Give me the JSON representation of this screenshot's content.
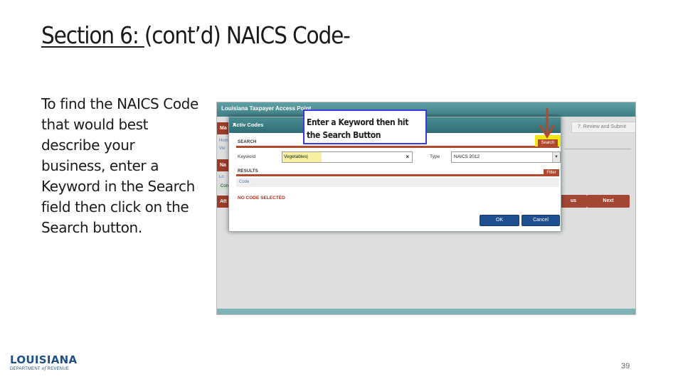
{
  "slide": {
    "title_underlined": "Section 6: ",
    "title_rest": "(cont’d) NAICS Code-",
    "body": "To find the NAICS Code that would best describe your business, enter a Keyword in the Search field then click on the Search button.",
    "page_number": "39",
    "logo": {
      "name": "LOUISIANA",
      "dept_pre": "DEPARTMENT",
      "dept_of": "of",
      "dept_post": "REVENUE"
    }
  },
  "screenshot": {
    "app_title": "Louisiana Taxpayer Access Point",
    "background": {
      "tab1": "Ma",
      "tab2": "Na",
      "link1": "Hom",
      "link2": "Vie",
      "link3": "Lo",
      "link4": "Con",
      "tab3": "Att",
      "step_label": "7. Review and Submit",
      "prev_button": "us",
      "next_button": "Next"
    },
    "dialog": {
      "title": "Activ  Codes",
      "close": "X",
      "search_section": "SEARCH",
      "search_button": "Search",
      "keyword_label": "Keyword",
      "keyword_value": "Vegetables|",
      "clear": "×",
      "type_label": "Type",
      "type_value": "NAICS 2012",
      "type_arrow": "▼",
      "results_section": "RESULTS",
      "filter_button": "Filter",
      "results_first": "Code",
      "no_code": "NO CODE SELECTED",
      "ok_button": "OK",
      "cancel_button": "Cancel"
    },
    "callout": "Enter a Keyword then hit the Search Button"
  },
  "colors": {
    "header_teal": "#3f7d84",
    "accent_red": "#b04a2e",
    "highlight_yellow": "#f3e617",
    "callout_border": "#3a3ae0",
    "button_blue": "#1f4f8f",
    "logo_blue": "#1e4f86"
  }
}
